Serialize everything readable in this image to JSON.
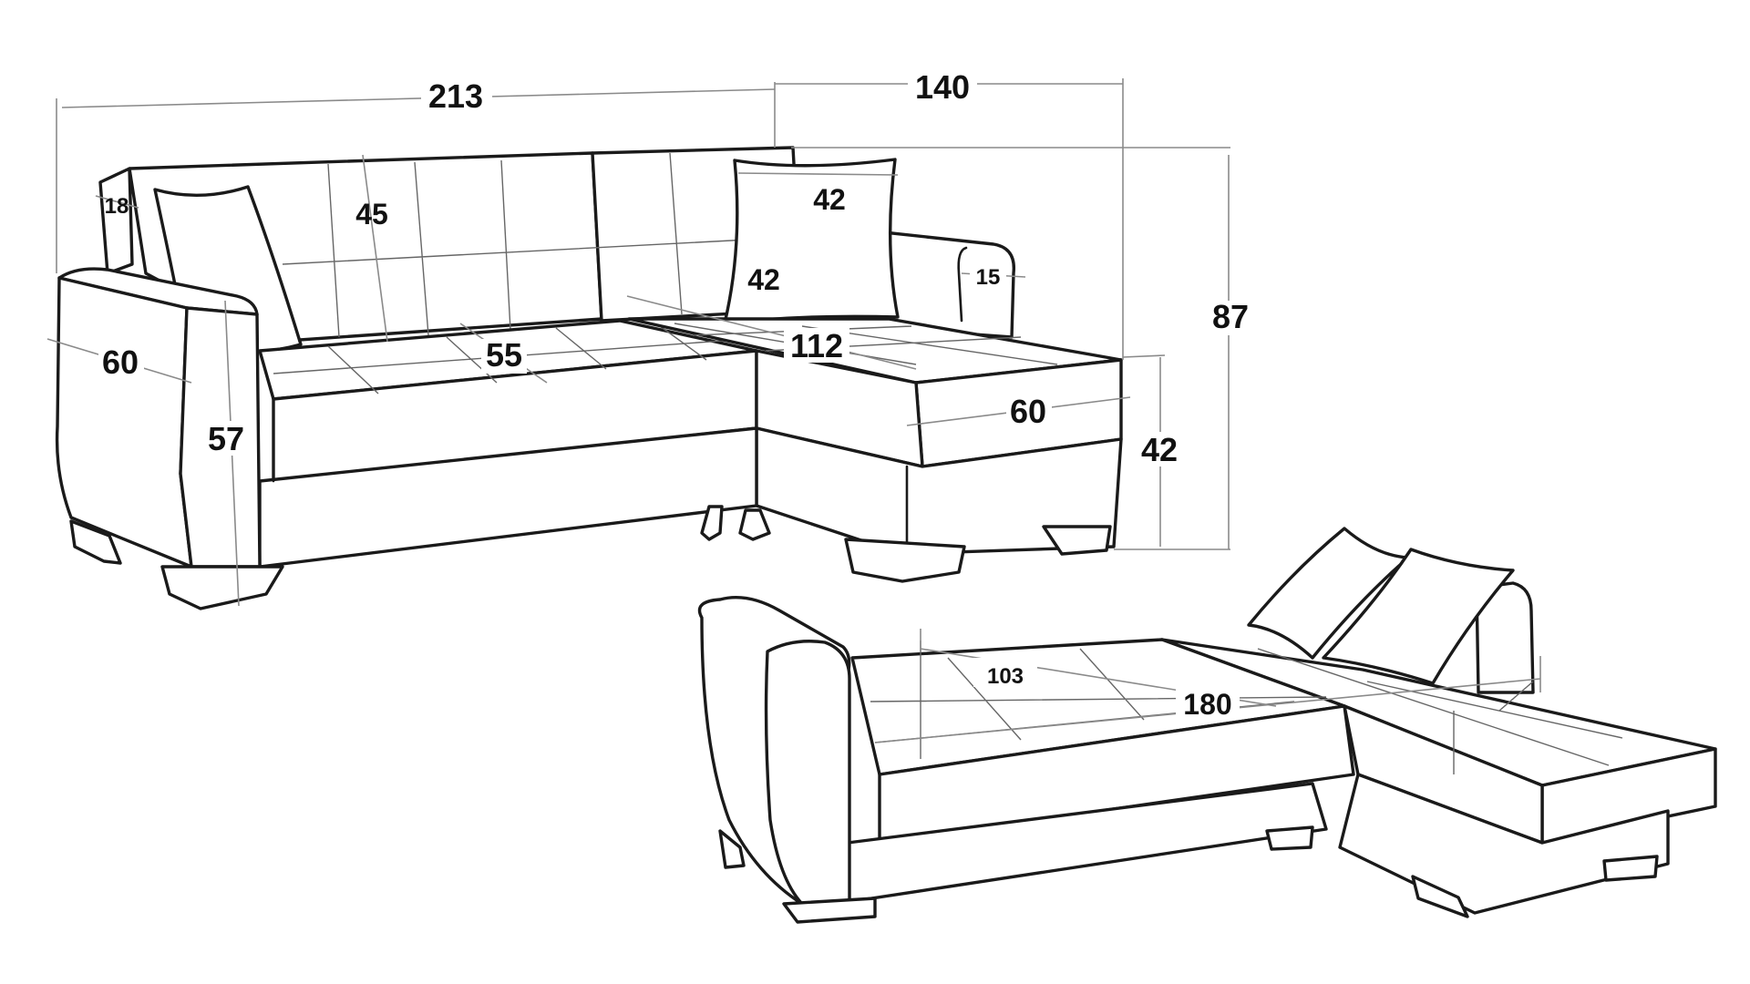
{
  "dimensions": {
    "total_width": "213",
    "chaise_width": "140",
    "arm_height_small": "18",
    "back_cushion_height": "45",
    "pillow_width": "42",
    "pillow_height": "42",
    "right_arm_width": "15",
    "arm_depth": "60",
    "seat_depth": "55",
    "chaise_length": "112",
    "arm_height": "57",
    "chaise_depth": "60",
    "seat_height": "42",
    "total_height": "87",
    "bed_width": "103",
    "bed_length": "180"
  },
  "colors": {
    "line": "#1a1a1a",
    "dimension_line": "#8a8a8a"
  }
}
